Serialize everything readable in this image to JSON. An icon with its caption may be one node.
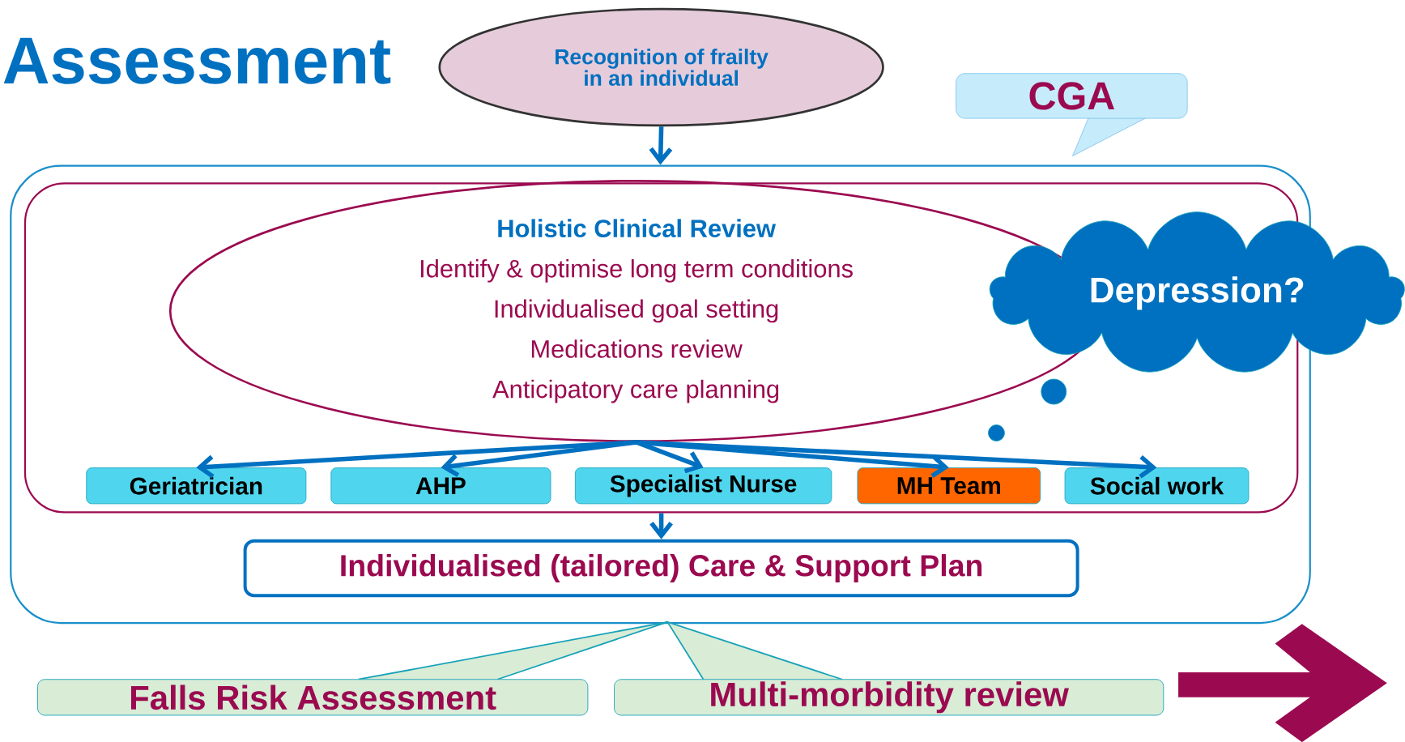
{
  "diagram": {
    "title": "Assessment",
    "nodes": [
      {
        "text": [
          "Recognition of frailty in an individual"
        ]
      },
      {
        "text": [],
        "shape": "box"
      },
      {
        "text": [],
        "shape": "box",
        "in": 1
      },
      {
        "text": [
          "Holistic Clinical Review",
          "Identify & optimise long term conditions",
          "Individualised goal setting",
          "Medications review",
          "Anticipatory care planning"
        ],
        "in": 2
      },
      {
        "text": [
          "Depression?"
        ]
      },
      {
        "text": [
          "Geriatrician"
        ],
        "in": 2
      },
      {
        "text": [
          "AHP"
        ],
        "in": 2
      },
      {
        "text": [
          "Specialist Nurse"
        ],
        "in": 2
      },
      {
        "text": [
          "MH Team"
        ],
        "in": 2
      },
      {
        "text": [
          "Social work"
        ],
        "in": 2
      },
      {
        "text": [
          "Individualised (tailored) Care & Support Plan"
        ],
        "in": 1
      },
      {
        "text": [
          "Falls Risk Assessment"
        ]
      },
      {
        "text": [
          "Multi-morbidity  review"
        ]
      },
      {
        "text": [
          "CGA"
        ]
      }
    ],
    "edges": [
      {
        "from": 0,
        "to": 1,
        "arrow": "to"
      },
      {
        "from": 3,
        "to": 5,
        "arrow": "to"
      },
      {
        "from": 3,
        "to": 6,
        "arrow": "to"
      },
      {
        "from": 3,
        "to": 7,
        "arrow": "to"
      },
      {
        "from": 3,
        "to": 8,
        "arrow": "to"
      },
      {
        "from": 3,
        "to": 9,
        "arrow": "to"
      },
      {
        "from": 2,
        "to": 10,
        "arrow": "to"
      }
    ]
  }
}
